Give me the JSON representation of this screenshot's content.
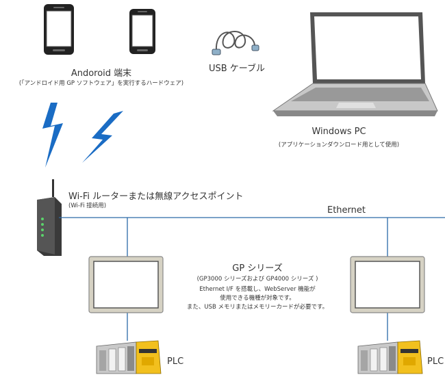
{
  "android": {
    "title": "Andoroid 端末",
    "subtitle": "(「アンドロイド用 GP ソフトウェア」を実行するハードウェア)"
  },
  "usb": {
    "label": "USB ケーブル"
  },
  "pc": {
    "title": "Windows PC",
    "subtitle": "(アプリケーションダウンロード用として使用)"
  },
  "router": {
    "title": "Wi-Fi ルーターまたは無線アクセスポイント",
    "subtitle": "(Wi-Fi 接続用)"
  },
  "network": {
    "label": "Ethernet"
  },
  "gp": {
    "title": "GP シリーズ",
    "subtitle": "(GP3000 シリーズおよび GP4000 シリーズ )",
    "notes": [
      "Ethernet I/F を搭載し、WebServer 機能が",
      "使用できる機種が対象です。",
      "また、USB メモリまたはメモリーカードが必要です。"
    ]
  },
  "plc": {
    "left_label": "PLC",
    "right_label": "PLC"
  },
  "colors": {
    "line": "#2a6aa8",
    "bolt": "#1a6cc4",
    "text": "#333333"
  }
}
